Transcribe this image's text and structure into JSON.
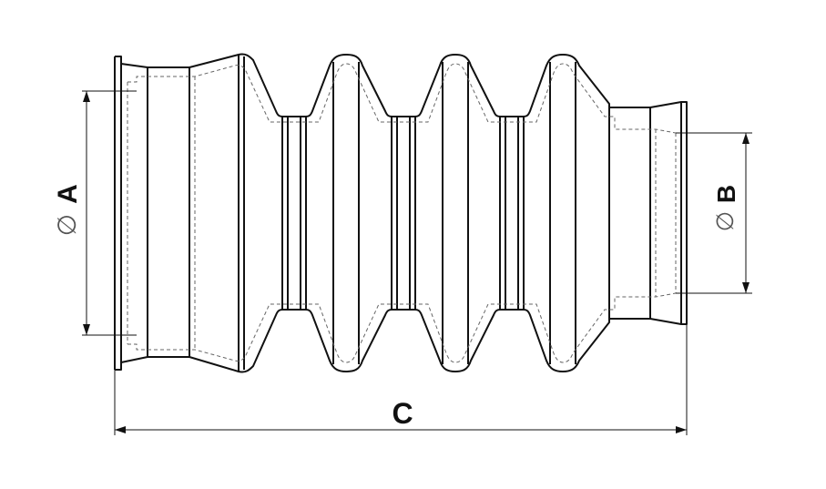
{
  "diagram": {
    "labels": {
      "dim_a": "A",
      "dim_b": "B",
      "dim_c": "C",
      "diameter_symbol": "∅"
    },
    "colors": {
      "outline": "#111111",
      "hidden_line": "#666666",
      "dimension_line": "#111111",
      "background": "#ffffff"
    }
  }
}
